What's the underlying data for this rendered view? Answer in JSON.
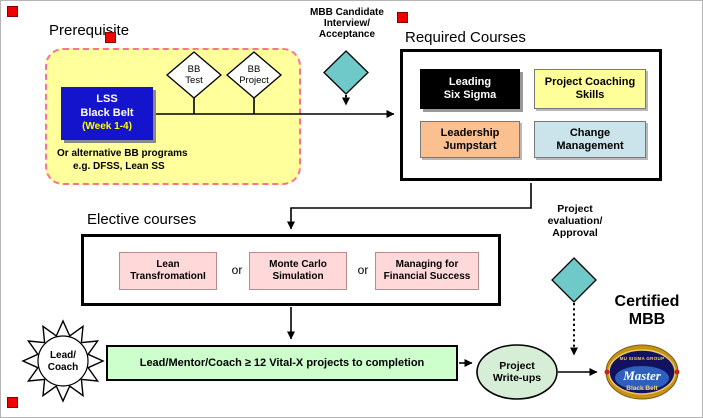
{
  "colors": {
    "prerequisite_fill": "#FFFF9C",
    "prerequisite_border": "#FF6F9E",
    "lss_blue": "#1414CC",
    "week_yellow": "#FFFF00",
    "teal_diamond": "#6FC9C9",
    "course_yellow": "#FFFF99",
    "course_orange": "#FAC090",
    "course_lightblue": "#CBE3EA",
    "elective_pink": "#FFD9D9",
    "vitalx_green": "#CCFFCC",
    "writeups_green": "#D6EED6",
    "marker_red": "#F20000",
    "badge_navy": "#12125E",
    "badge_gold": "#C69214"
  },
  "prerequisite": {
    "title": "Prerequisite",
    "lss": {
      "line1": "LSS",
      "line2": "Black Belt",
      "line3": "(Week 1-4)"
    },
    "alt1": "Or alternative BB programs",
    "alt2": "e.g. DFSS, Lean SS",
    "bb_test": {
      "line1": "BB",
      "line2": "Test"
    },
    "bb_project": {
      "line1": "BB",
      "line2": "Project"
    }
  },
  "mbb_candidate": {
    "line1": "MBB Candidate",
    "line2": "Interview/",
    "line3": "Acceptance"
  },
  "required": {
    "title": "Required Courses",
    "leading_six_sigma": {
      "line1": "Leading",
      "line2": "Six Sigma"
    },
    "project_coaching": {
      "line1": "Project Coaching",
      "line2": "Skills"
    },
    "leadership_jumpstart": {
      "line1": "Leadership",
      "line2": "Jumpstart"
    },
    "change_management": {
      "line1": "Change",
      "line2": "Management"
    }
  },
  "elective": {
    "title": "Elective courses",
    "lean": {
      "line1": "Lean",
      "line2": "TransfromationI"
    },
    "or1": "or",
    "monte": {
      "line1": "Monte Carlo",
      "line2": "Simulation"
    },
    "or2": "or",
    "managing": {
      "line1": "Managing for",
      "line2": "Financial Success"
    }
  },
  "evaluation": {
    "line1": "Project",
    "line2": "evaluation/",
    "line3": "Approval"
  },
  "certified": {
    "line1": "Certified",
    "line2": "MBB"
  },
  "vital": {
    "label": "Lead/Mentor/Coach ≥ 12 Vital-X projects to completion"
  },
  "sun": {
    "line1": "Lead/",
    "line2": "Coach"
  },
  "writeups": {
    "line1": "Project",
    "line2": "Write-ups"
  },
  "badge": {
    "top": "MU SIGMA GROUP",
    "script": "Master",
    "sub": "Black Belt"
  }
}
